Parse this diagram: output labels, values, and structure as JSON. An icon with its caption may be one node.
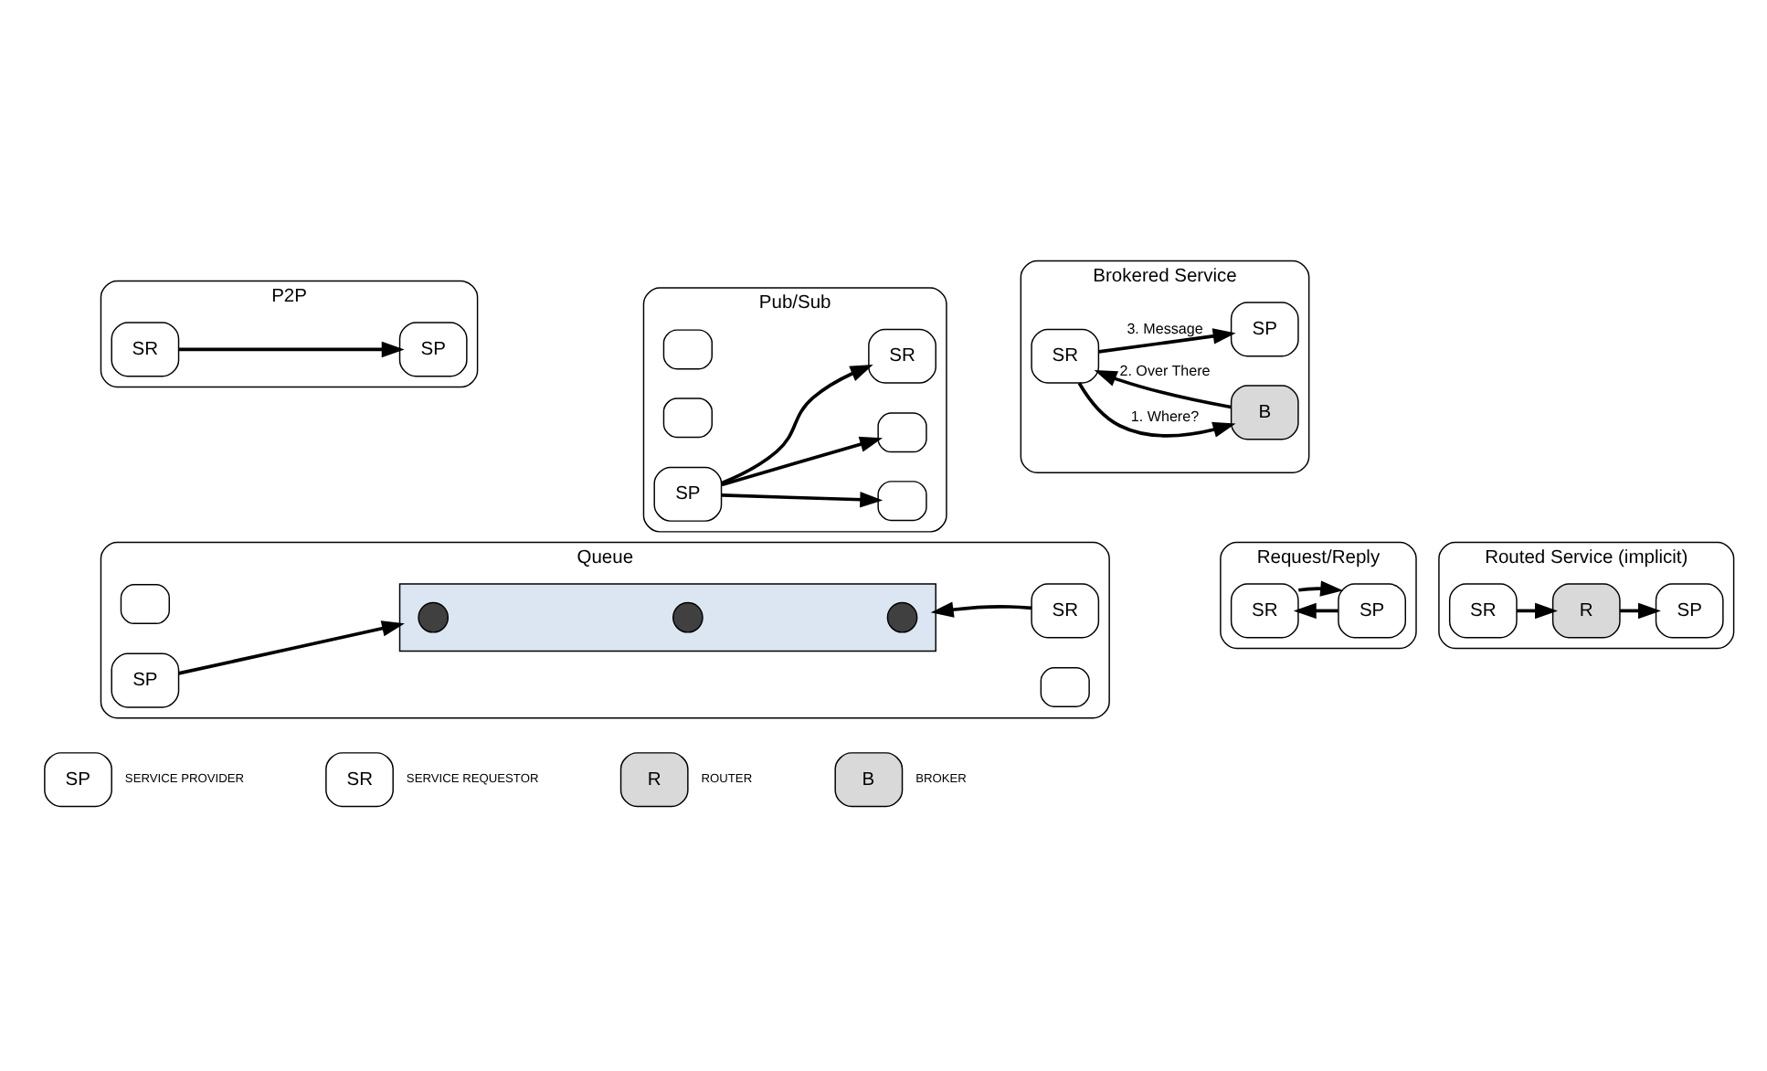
{
  "diagram": {
    "nodes": [
      {
        "text": [
          "P2P"
        ]
      },
      {
        "text": [
          "SR"
        ],
        "in": 0
      },
      {
        "text": [
          "SP"
        ],
        "in": 0
      },
      {
        "text": [
          "Pub/Sub"
        ]
      },
      {
        "text": [],
        "shape": "box",
        "in": 3
      },
      {
        "text": [],
        "shape": "box",
        "in": 3
      },
      {
        "text": [
          "SP"
        ],
        "in": 3
      },
      {
        "text": [],
        "shape": "box",
        "in": 3
      },
      {
        "text": [],
        "shape": "box",
        "in": 3
      },
      {
        "text": [
          "SR"
        ],
        "in": 3
      },
      {
        "text": [
          "Brokered Service"
        ]
      },
      {
        "text": [
          "B"
        ],
        "in": 10
      },
      {
        "text": [
          "SR"
        ],
        "in": 10
      },
      {
        "text": [
          "SP"
        ],
        "in": 10
      },
      {
        "text": [
          "Queue"
        ]
      },
      {
        "text": [],
        "shape": "box",
        "in": 14
      },
      {
        "text": [
          "SP"
        ],
        "in": 14
      },
      {
        "text": [],
        "shape": "box",
        "in": 14
      },
      {
        "text": [],
        "shape": "circle",
        "in": 17
      },
      {
        "text": [],
        "shape": "circle",
        "in": 17
      },
      {
        "text": [],
        "shape": "circle",
        "in": 17
      },
      {
        "text": [],
        "shape": "box",
        "in": 14
      },
      {
        "text": [
          "SR"
        ],
        "in": 14
      },
      {
        "text": [
          "Request/Reply"
        ]
      },
      {
        "text": [
          "SR"
        ],
        "in": 23
      },
      {
        "text": [
          "SP"
        ],
        "in": 23
      },
      {
        "text": [
          "Routed Service (implicit)"
        ]
      },
      {
        "text": [
          "SR"
        ],
        "in": 26
      },
      {
        "text": [
          "R"
        ],
        "in": 26
      },
      {
        "text": [
          "SP"
        ],
        "in": 26
      },
      {
        "text": [
          "SP"
        ],
        "beside": [
          "SERVICE PROVIDER"
        ]
      },
      {
        "text": [
          "SR"
        ],
        "beside": [
          "SERVICE REQUESTOR"
        ]
      },
      {
        "text": [
          "R"
        ],
        "beside": [
          "ROUTER"
        ]
      },
      {
        "text": [
          "B"
        ],
        "beside": [
          "BROKER"
        ]
      }
    ],
    "edges": [
      {
        "from": 1,
        "to": 2,
        "arrow": "to"
      },
      {
        "from": 6,
        "to": 7,
        "arrow": "to"
      },
      {
        "from": 6,
        "to": 8,
        "arrow": "to"
      },
      {
        "from": 6,
        "to": 9,
        "arrow": "to"
      },
      {
        "from": 11,
        "to": 12,
        "arrow": "to",
        "label": "2. Over There"
      },
      {
        "from": 12,
        "to": 11,
        "arrow": "to",
        "label": "1. Where?"
      },
      {
        "from": 12,
        "to": 13,
        "arrow": "to",
        "label": "3. Message"
      },
      {
        "from": 16,
        "to": 17,
        "arrow": "to"
      },
      {
        "from": 22,
        "to": 17,
        "arrow": "to"
      },
      {
        "from": 25,
        "to": 24,
        "arrow": "to"
      },
      {
        "from": 24,
        "to": 25,
        "arrow": "to"
      },
      {
        "from": 27,
        "to": 28,
        "arrow": "to"
      },
      {
        "from": 28,
        "to": 29,
        "arrow": "to"
      }
    ]
  }
}
